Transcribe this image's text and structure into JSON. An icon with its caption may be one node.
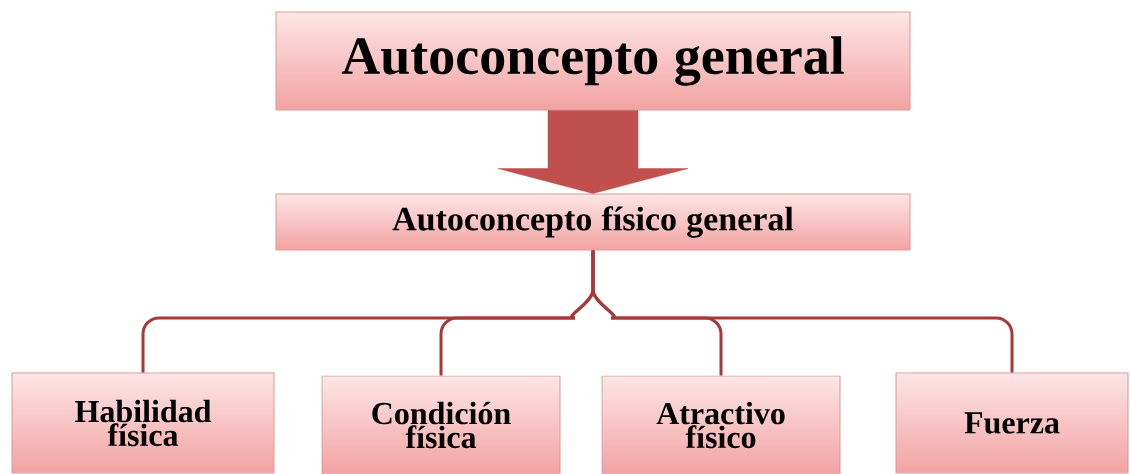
{
  "diagram": {
    "nodes": [
      {
        "text": [
          "Autoconcepto general"
        ]
      },
      {
        "text": [
          "Autoconcepto físico general"
        ]
      },
      {
        "text": [
          "Habilidad física"
        ]
      },
      {
        "text": [
          "Condición física"
        ]
      },
      {
        "text": [
          "Atractivo físico"
        ]
      },
      {
        "text": [
          "Fuerza"
        ]
      }
    ],
    "edges": [
      {
        "from": 0,
        "to": 1,
        "arrow": "to",
        "style": "thick",
        "color": "#c0504d"
      },
      {
        "from": 1,
        "to": 2,
        "arrow": "none"
      },
      {
        "from": 1,
        "to": 3,
        "arrow": "none"
      },
      {
        "from": 1,
        "to": 4,
        "arrow": "none"
      },
      {
        "from": 1,
        "to": 5,
        "arrow": "none"
      }
    ]
  }
}
